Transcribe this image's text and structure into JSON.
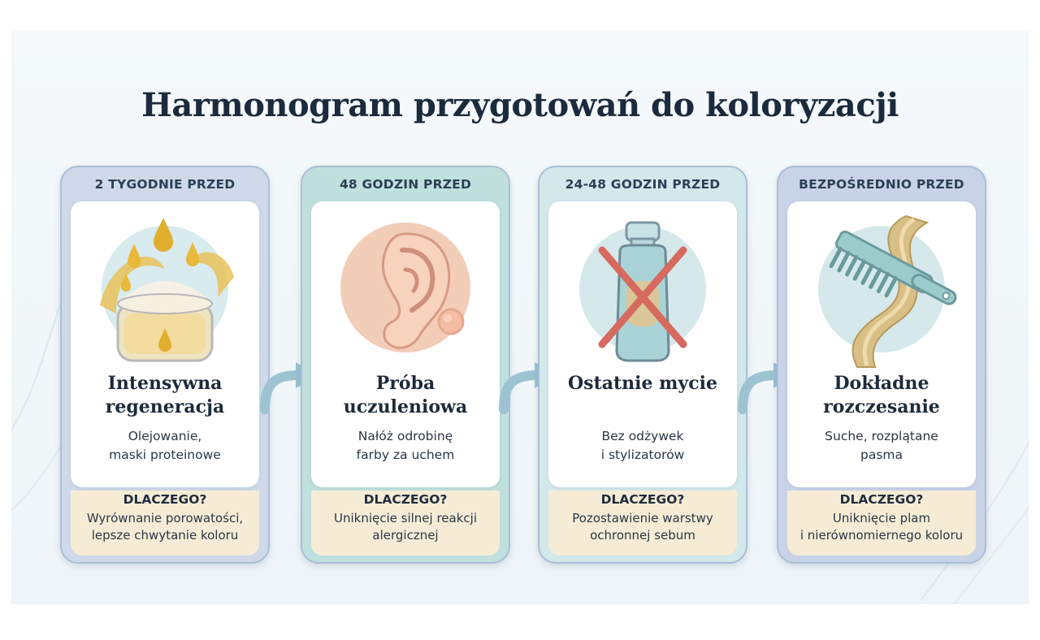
{
  "title": "Harmonogram przygotowań do koloryzacji",
  "steps": [
    {
      "header": "2 TYGODNIE PRZED",
      "title": "Intensywna\nregeneracja",
      "description": "Olejowanie,\nmaski proteinowe",
      "why_label": "DLACZEGO?",
      "why_text": "Wyrównanie porowatości,\nlepsze chwytanie koloru",
      "icon": "hair-oil-jar-icon",
      "header_color": "#cfd9ea"
    },
    {
      "header": "48 GODZIN PRZED",
      "title": "Próba\nuczuleniowa",
      "description": "Nałóż odrobinę\nfarby za uchem",
      "why_label": "DLACZEGO?",
      "why_text": "Uniknięcie silnej reakcji\nalergicznej",
      "icon": "ear-patch-test-icon",
      "header_color": "#bfe0dc"
    },
    {
      "header": "24-48 GODZIN PRZED",
      "title": "Ostatnie mycie",
      "description": "Bez odżywek\ni stylizatorów",
      "why_label": "DLACZEGO?",
      "why_text": "Pozostawienie warstwy\nochronnej sebum",
      "icon": "no-conditioner-bottle-icon",
      "header_color": "#d2e8ea"
    },
    {
      "header": "BEZPOŚREDNIO PRZED",
      "title": "Dokładne\nrozczesanie",
      "description": "Suche, rozplątane\npasma",
      "why_label": "DLACZEGO?",
      "why_text": "Uniknięcie plam\ni nierównomiernego koloru",
      "icon": "comb-hair-strand-icon",
      "header_color": "#c9d3e8"
    }
  ],
  "colors": {
    "footer": "#f6ecd6",
    "arrow": "#9dc3d3",
    "gold": "#e2b33c",
    "teal_circle": "#d5e9ec"
  }
}
